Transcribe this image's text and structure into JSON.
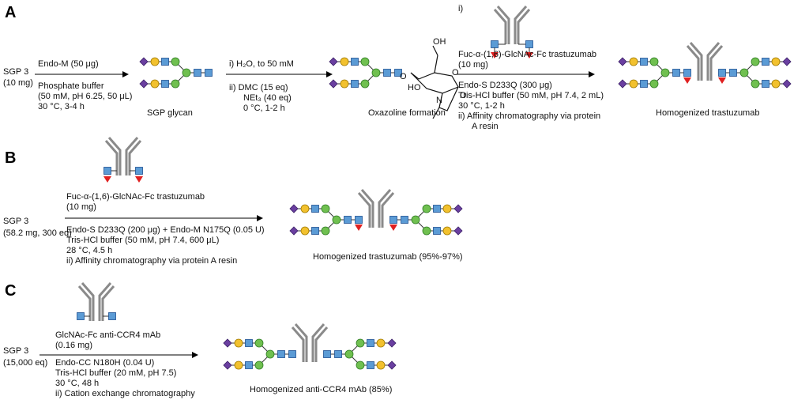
{
  "colors": {
    "glcnac": "#5b9bd5",
    "mannose": "#70c050",
    "galactose": "#f2c12e",
    "sialic": "#6a3fa0",
    "fucose": "#e02020",
    "antibody": "#9a9a9a"
  },
  "panelA": {
    "label": "A",
    "start_lines": [
      "SGP 3",
      "(10 mg)"
    ],
    "step1_above": "Endo-M (50 μg)",
    "step1_below": [
      "Phosphate buffer",
      "(50 mM, pH 6.25, 50 μL)",
      "30 °C, 3-4 h"
    ],
    "product1": "SGP glycan",
    "step2_lines": [
      "i)   H₂O, to 50 mM",
      "ii)  DMC (15 eq)",
      "NEt₃ (40 eq)",
      "0 °C, 1-2 h"
    ],
    "product2": "Oxazoline formation",
    "oxazoline_labels": [
      "O",
      "HO",
      "O",
      "O",
      "N",
      "OH"
    ],
    "step3_index": "i)",
    "step3_above": [
      "Fuc-α-(1,6)-GlcNAc-Fc trastuzumab",
      "(10 mg)"
    ],
    "step3_below": [
      "Endo-S D233Q (300 μg)",
      "Tris-HCl buffer (50 mM, pH 7.4, 2 mL)",
      "30 °C, 1-2 h",
      "ii)  Affinity chromatography via protein",
      "A resin"
    ],
    "product3": "Homogenized trastuzumab"
  },
  "panelB": {
    "label": "B",
    "start_lines": [
      "SGP 3",
      "(58.2 mg, 300 eq)"
    ],
    "above": [
      "Fuc-α-(1,6)-GlcNAc-Fc trastuzumab",
      "(10 mg)"
    ],
    "below": [
      "Endo-S D233Q (200 μg) + Endo-M N175Q (0.05 U)",
      "Tris-HCl buffer (50 mM, pH 7.4, 600 μL)",
      "28 °C, 4.5 h",
      "ii)  Affinity chromatography via protein A resin"
    ],
    "product": "Homogenized trastuzumab (95%-97%)"
  },
  "panelC": {
    "label": "C",
    "start_lines": [
      "SGP 3",
      "(15,000 eq)"
    ],
    "above": [
      "GlcNAc-Fc anti-CCR4 mAb",
      "(0.16 mg)"
    ],
    "below": [
      "Endo-CC N180H (0.04 U)",
      "Tris-HCl buffer (20 mM, pH 7.5)",
      "30 °C, 48 h",
      "ii)  Cation exchange chromatography"
    ],
    "product": "Homogenized anti-CCR4 mAb (85%)"
  }
}
